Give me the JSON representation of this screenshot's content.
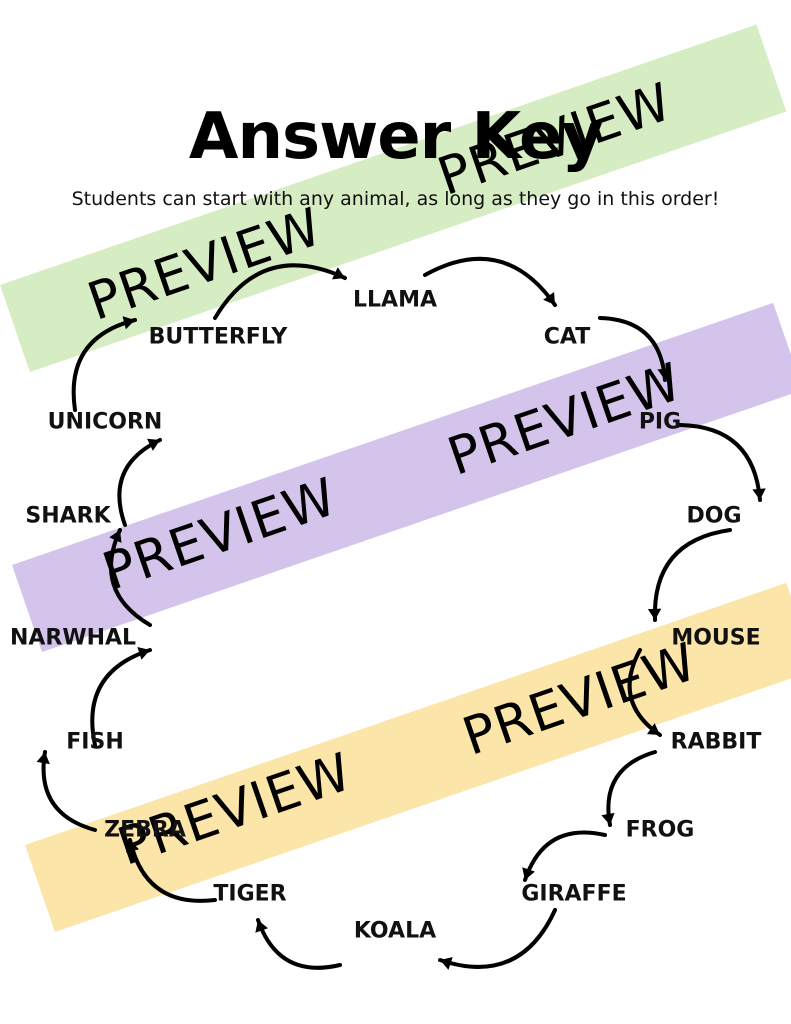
{
  "header": {
    "title": "Answer Key",
    "subtitle": "Students can start with any animal, as long as they go in this order!"
  },
  "animals": [
    "LLAMA",
    "CAT",
    "PIG",
    "DOG",
    "MOUSE",
    "RABBIT",
    "FROG",
    "GIRAFFE",
    "KOALA",
    "TIGER",
    "ZEBRA",
    "FISH",
    "NARWHAL",
    "SHARK",
    "UNICORN",
    "BUTTERFLY"
  ],
  "watermark": {
    "text": "PREVIEW",
    "band_colors": [
      "#cfe9b8",
      "#cdb9e6",
      "#fbe19a"
    ]
  }
}
